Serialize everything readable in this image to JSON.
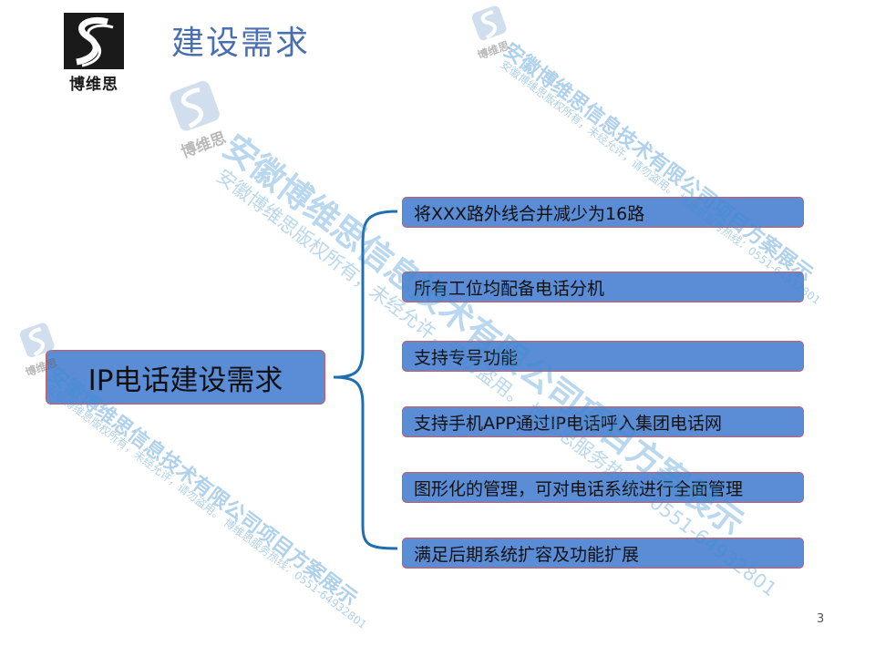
{
  "header": {
    "logo_text": "博维思",
    "title": "建设需求"
  },
  "main": {
    "root_label": "IP电话建设需求",
    "requirements": [
      "将XXX路外线合并减少为16路",
      "所有工位均配备电话分机",
      "支持专号功能",
      "支持手机APP通过IP电话呼入集团电话网",
      "图形化的管理，可对电话系统进行全面管理",
      "满足后期系统扩容及功能扩展"
    ]
  },
  "watermark": {
    "logo_text": "博维思",
    "company": "安徽博维思信息技术有限公司项目方案展示",
    "notice": "安徽博维思版权所有，未经允许，请勿盗用。 博维思服务热线：0551-64932801"
  },
  "footer": {
    "page_number": "3"
  },
  "colors": {
    "box_fill": "#5b8cd6",
    "box_border": "#cf5b5b",
    "brace": "#1f6fb0",
    "title": "#4a6fb0",
    "watermark": "#3a8fd0"
  }
}
